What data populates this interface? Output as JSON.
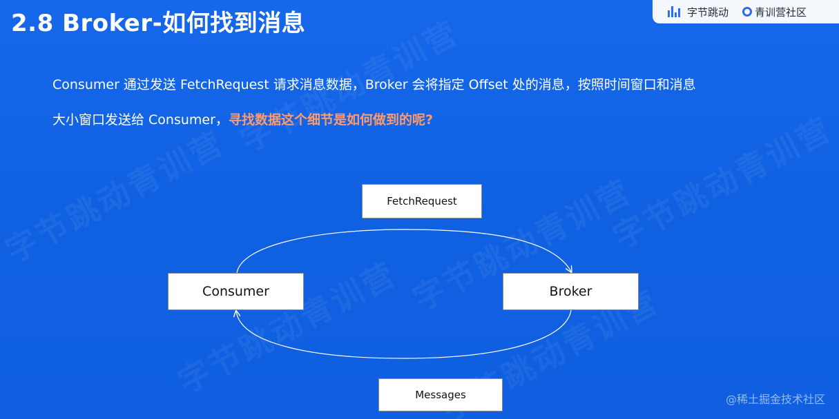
{
  "slide": {
    "title": "2.8 Broker-如何找到消息",
    "paragraph": {
      "line1": "Consumer 通过发送 FetchRequest 请求消息数据，Broker 会将指定 Offset 处的消息，按照时间窗口和消息",
      "line2_prefix": "大小窗口发送给 Consumer，",
      "line2_highlight": "寻找数据这个细节是如何做到的呢?"
    },
    "colors": {
      "background": "#1466e6",
      "highlight": "#ff9a6a",
      "box_fill": "#ffffff"
    }
  },
  "branding": {
    "company": "字节跳动",
    "camp": "青训营社区",
    "watermark": "字节跳动青训营",
    "footer": "@稀土掘金技术社区"
  },
  "diagram": {
    "nodes": {
      "fetch_request": "FetchRequest",
      "consumer": "Consumer",
      "broker": "Broker",
      "messages": "Messages"
    },
    "edges": [
      {
        "from": "consumer",
        "to": "broker",
        "label": "FetchRequest"
      },
      {
        "from": "broker",
        "to": "consumer",
        "label": "Messages"
      }
    ]
  }
}
